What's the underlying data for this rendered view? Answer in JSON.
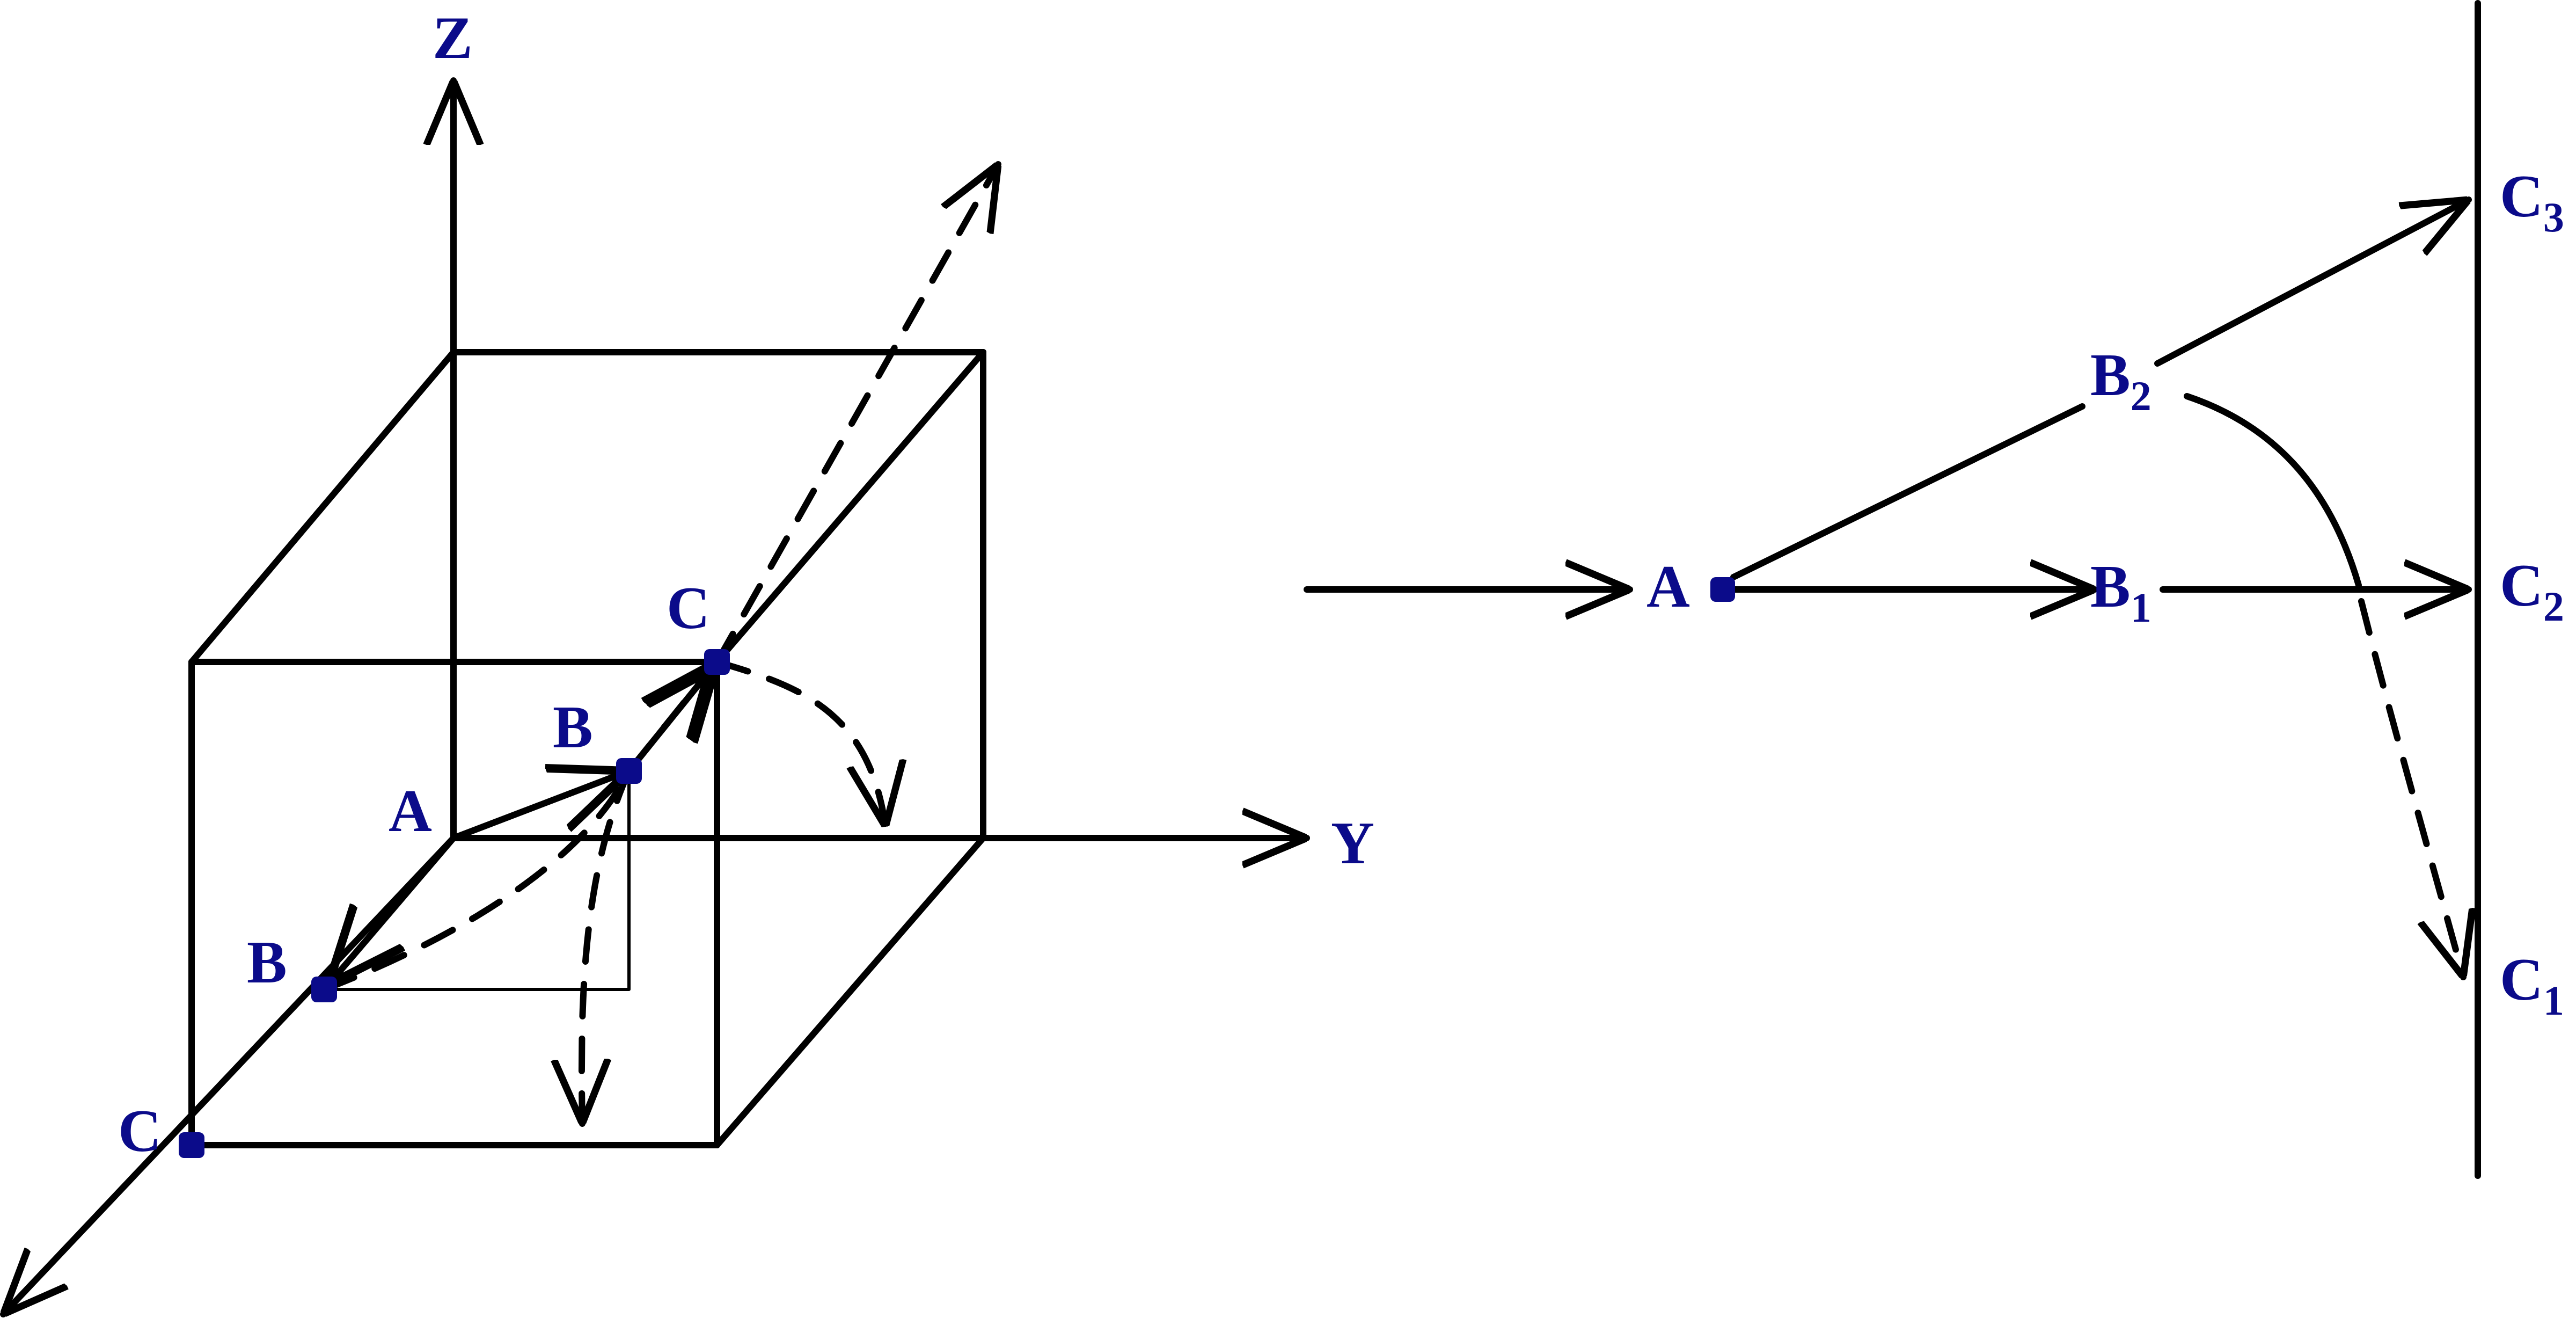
{
  "colors": {
    "ink": "#000000",
    "label": "#0b0b8a",
    "background": "#ffffff"
  },
  "left": {
    "axis_z": "Z",
    "axis_y": "Y",
    "point_a": "A",
    "point_b_inner": "B",
    "point_b_front": "B",
    "point_c_inner": "C",
    "point_c_front": "C"
  },
  "right": {
    "point_a": "A",
    "point_b1": {
      "letter": "B",
      "index": "1"
    },
    "point_b2": {
      "letter": "B",
      "index": "2"
    },
    "point_c1": {
      "letter": "C",
      "index": "1"
    },
    "point_c2": {
      "letter": "C",
      "index": "2"
    },
    "point_c3": {
      "letter": "C",
      "index": "3"
    }
  }
}
